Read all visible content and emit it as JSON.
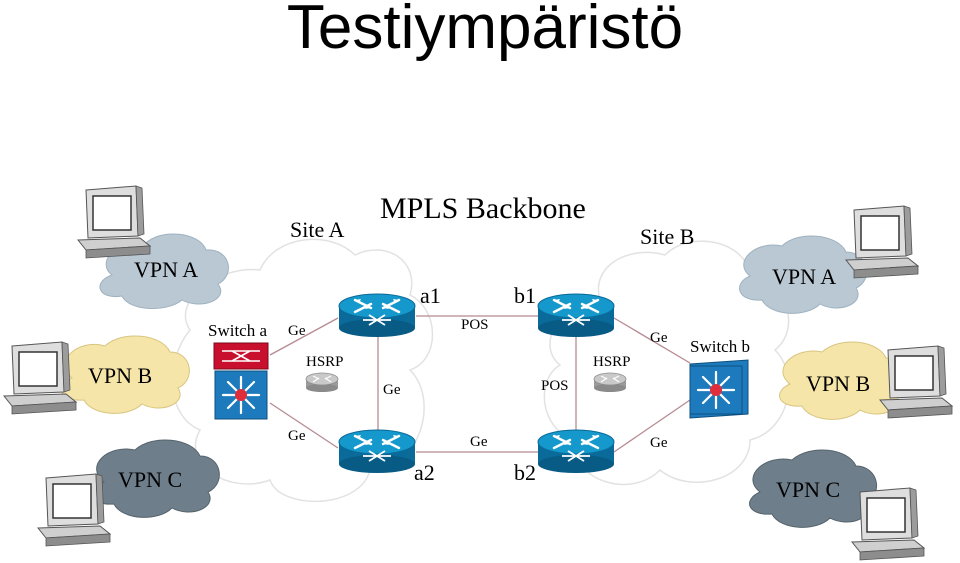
{
  "title": "Testiympäristö",
  "backbone_label": "MPLS Backbone",
  "sites": {
    "a": "Site A",
    "b": "Site B"
  },
  "routers": {
    "a1": "a1",
    "a2": "a2",
    "b1": "b1",
    "b2": "b2"
  },
  "switches": {
    "a": "Switch a",
    "b": "Switch b"
  },
  "hsrp": {
    "left": "HSRP",
    "right": "HSRP"
  },
  "links": {
    "sw_a_to_a1": "Ge",
    "sw_a_to_a2": "Ge",
    "a1_to_a2": "Ge",
    "a1_to_b1": "POS",
    "a2_to_b2": "Ge",
    "b1_to_b2": "POS",
    "b1_to_sw_b": "Ge",
    "b2_to_sw_b": "Ge"
  },
  "vpns": {
    "left_a": "VPN A",
    "left_b": "VPN B",
    "left_c": "VPN C",
    "right_a": "VPN A",
    "right_b": "VPN B",
    "right_c": "VPN C"
  },
  "colors": {
    "vpn_a": "#b9c8d3",
    "vpn_b": "#f6e5a8",
    "vpn_c": "#6e7f8b",
    "router": "#0a72a3",
    "router_top": "#1598cb",
    "switch_blue": "#1d7bbd",
    "switch_red": "#c8102e",
    "link": "#b58b91",
    "cloud_outline": "#e4e4e4"
  },
  "icons": [
    "router-icon",
    "layer3-switch-icon",
    "firewall-module-icon",
    "hsrp-router-icon",
    "pc-computer-icon",
    "cloud-shape"
  ]
}
